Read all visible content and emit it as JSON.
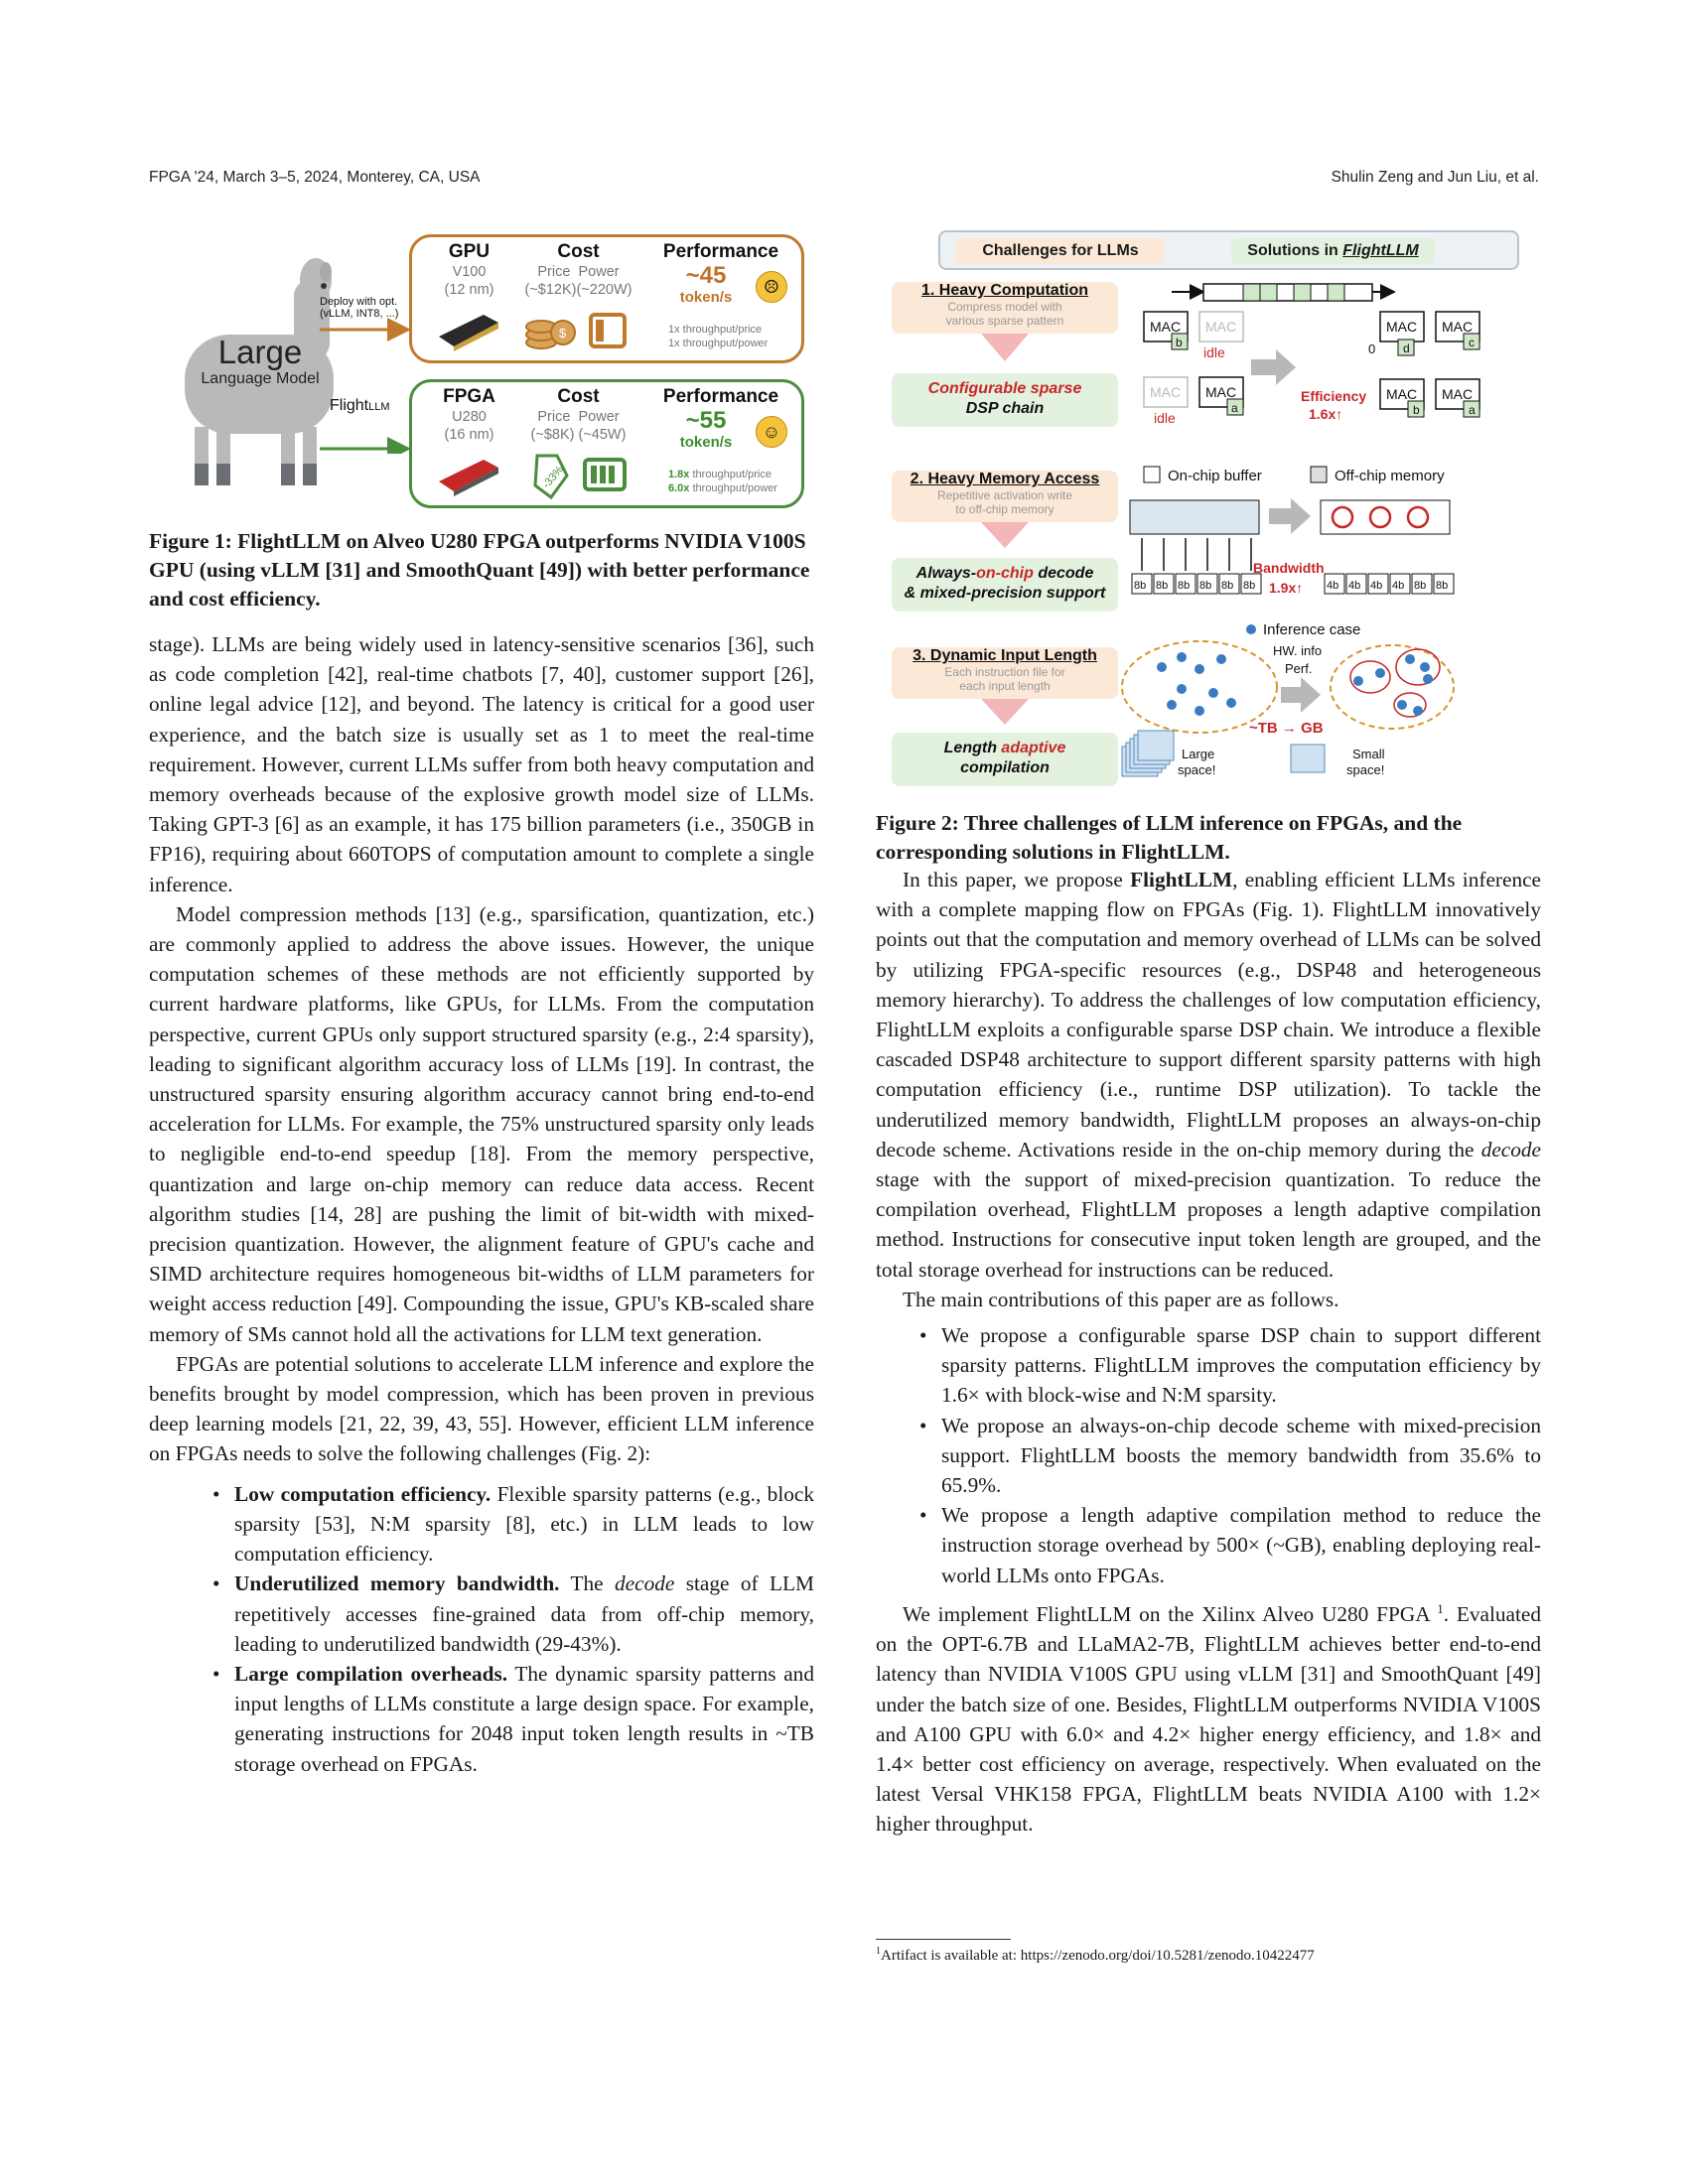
{
  "header": {
    "left": "FPGA '24, March 3–5, 2024, Monterey, CA, USA",
    "right": "Shulin Zeng and Jun Liu, et al."
  },
  "figure1": {
    "llama_label_main": "Large",
    "llama_label_sub": "Language Model",
    "deploy_text_line1": "Deploy with opt.",
    "deploy_text_line2": "(vLLM, INT8, ...)",
    "flight_label": "Flight",
    "flight_label_sub": "LLM",
    "gpu": {
      "head": "GPU",
      "model": "V100",
      "node": "(12 nm)",
      "cost_head": "Cost",
      "price_label": "Price",
      "power_label": "Power",
      "price": "(~$12K)",
      "power": "(~220W)",
      "perf_head": "Performance",
      "perf_value": "~45",
      "perf_unit": "token/s",
      "note1": "1x throughput/price",
      "note2": "1x throughput/power"
    },
    "fpga": {
      "head": "FPGA",
      "model": "U280",
      "node": "(16 nm)",
      "cost_head": "Cost",
      "price_label": "Price",
      "power_label": "Power",
      "price": "(~$8K)",
      "power": "(~45W)",
      "perf_head": "Performance",
      "perf_value": "~55",
      "perf_unit": "token/s",
      "note1_bold": "1.8x",
      "note1": " throughput/price",
      "note2_bold": "6.0x",
      "note2": " throughput/power",
      "tag_text": "-33%"
    },
    "caption": "Figure 1: FlightLLM on Alveo U280 FPGA outperforms NVIDIA V100S GPU (using vLLM [31] and SmoothQuant [49]) with better performance and cost efficiency."
  },
  "figure2": {
    "top_left": "Challenges for LLMs",
    "top_right_prefix": "Solutions in ",
    "top_right_em": "FlightLLM",
    "c1_title": "1. Heavy Computation",
    "c1_sub1": "Compress model with",
    "c1_sub2": "various sparse pattern",
    "s1_l1": "Configurable sparse",
    "s1_l2": "DSP chain",
    "c2_title": "2. Heavy Memory Access",
    "c2_sub1": "Repetitive activation write",
    "c2_sub2": "to off-chip memory",
    "s2_l1a": "Always-",
    "s2_l1b": "on-chip",
    "s2_l1c": " decode",
    "s2_l2": "& mixed-precision support",
    "c3_title": "3. Dynamic Input Length",
    "c3_sub1": "Each instruction file for",
    "c3_sub2": "each input length",
    "s3_l1a": "Length ",
    "s3_l1b": "adaptive",
    "s3_l2": "compilation",
    "mac": "MAC",
    "idle": "idle",
    "zero": "0",
    "efficiency": "Efficiency",
    "efficiency_val": "1.6x↑",
    "onchip": "On-chip buffer",
    "offchip": "Off-chip memory",
    "bandwidth": "Bandwidth",
    "bandwidth_val": "1.9x↑",
    "inference_case": "Inference case",
    "hw_info": "HW. info",
    "perf": "Perf.",
    "tb_gb": "~TB → GB",
    "large_space": "Large",
    "large_space2": "space!",
    "small_space": "Small",
    "small_space2": "space!",
    "caption": "Figure 2: Three challenges of LLM inference on FPGAs, and the corresponding solutions in FlightLLM."
  },
  "left_text": {
    "p1": "stage). LLMs are being widely used in latency-sensitive scenarios [36],  such as code completion [42], real-time chatbots [7, 40], customer support [26], online legal advice [12], and beyond. The latency is critical for a good user experience, and the batch size is usually set as 1 to meet the real-time requirement. However, current LLMs suffer from both heavy computation and memory overheads because of the explosive growth model size of LLMs. Taking GPT-3 [6] as an example, it has 175 billion parameters (i.e., 350GB in FP16), requiring about 660TOPS of computation amount to complete a single inference.",
    "p2": "Model compression methods [13] (e.g., sparsification, quantization, etc.) are commonly applied to address the above issues. However, the unique computation schemes of these methods are not efficiently supported by current hardware platforms, like GPUs, for LLMs. From the computation perspective, current GPUs only support structured sparsity (e.g., 2:4 sparsity), leading to significant algorithm accuracy loss of LLMs [19]. In contrast, the unstructured sparsity ensuring algorithm accuracy cannot bring end-to-end acceleration for LLMs. For example, the 75% unstructured sparsity only leads to negligible end-to-end speedup [18]. From the memory perspective, quantization and large on-chip memory can reduce data access. Recent algorithm studies [14, 28] are pushing the limit of bit-width with mixed-precision quantization. However, the alignment feature of GPU's cache and SIMD architecture requires homogeneous bit-widths of LLM parameters for weight access reduction [49]. Compounding the issue, GPU's KB-scaled share memory of SMs cannot hold all the activations for LLM text generation.",
    "p3": "FPGAs are potential solutions to accelerate LLM inference and explore the benefits brought by model compression, which has been proven in previous deep learning models [21, 22, 39, 43, 55]. However, efficient LLM inference on FPGAs needs to solve the following challenges (Fig. 2):",
    "b1_bold": "Low computation efficiency.",
    "b1": " Flexible sparsity patterns (e.g., block sparsity [53], N:M sparsity [8], etc.) in LLM leads to low computation efficiency.",
    "b2_bold": "Underutilized memory bandwidth.",
    "b2_a": " The ",
    "b2_em": "decode",
    "b2_b": " stage of LLM repetitively accesses fine-grained data from off-chip memory, leading to underutilized bandwidth (29-43%).",
    "b3_bold": "Large compilation overheads.",
    "b3": " The dynamic sparsity patterns and input lengths of LLMs constitute a large design space. For example, generating instructions for 2048 input token length results in ~TB storage overhead on FPGAs."
  },
  "right_text": {
    "p1_a": "In this paper, we propose ",
    "p1_bold": "FlightLLM",
    "p1_b": ", enabling efficient LLMs inference with a complete mapping flow on FPGAs (Fig. 1). FlightLLM innovatively points out that the computation and memory overhead of LLMs can be solved by utilizing FPGA-specific resources (e.g., DSP48 and heterogeneous memory hierarchy). To address the challenges of low computation efficiency, FlightLLM exploits a configurable sparse DSP chain. We introduce a flexible cascaded DSP48 architecture to support different sparsity patterns with high computation efficiency (i.e., runtime DSP utilization). To tackle the underutilized memory bandwidth, FlightLLM proposes an always-on-chip decode scheme. Activations reside in the on-chip memory during the ",
    "p1_em": "decode",
    "p1_c": " stage with the support of mixed-precision quantization. To reduce the compilation overhead, FlightLLM proposes a length adaptive compilation method. Instructions for consecutive input token length are grouped, and the total storage overhead for instructions can be reduced.",
    "p2": "The main contributions of this paper are as follows.",
    "b1": "We propose a configurable sparse DSP chain to support different sparsity patterns. FlightLLM improves the computation efficiency by 1.6× with block-wise and N:M sparsity.",
    "b2": "We propose an always-on-chip decode scheme with mixed-precision support. FlightLLM boosts the memory bandwidth from 35.6% to 65.9%.",
    "b3": "We propose a length adaptive compilation method to reduce the instruction storage overhead by 500× (~GB), enabling deploying real-world LLMs onto FPGAs.",
    "p3_a": "We implement FlightLLM on the Xilinx Alveo U280 FPGA ",
    "p3_sup": "1",
    "p3_b": ". Evaluated on the OPT-6.7B and LLaMA2-7B, FlightLLM achieves better end-to-end latency than NVIDIA V100S GPU using vLLM [31] and SmoothQuant [49] under the batch size of one. Besides, FlightLLM outperforms NVIDIA V100S and A100 GPU with 6.0× and 4.2× higher energy efficiency, and 1.8× and 1.4× better cost efficiency on average, respectively. When evaluated on the latest Versal VHK158 FPGA, FlightLLM beats NVIDIA A100 with 1.2× higher throughput.",
    "footnote_sup": "1",
    "footnote": "Artifact is available at: https://zenodo.org/doi/10.5281/zenodo.10422477"
  }
}
